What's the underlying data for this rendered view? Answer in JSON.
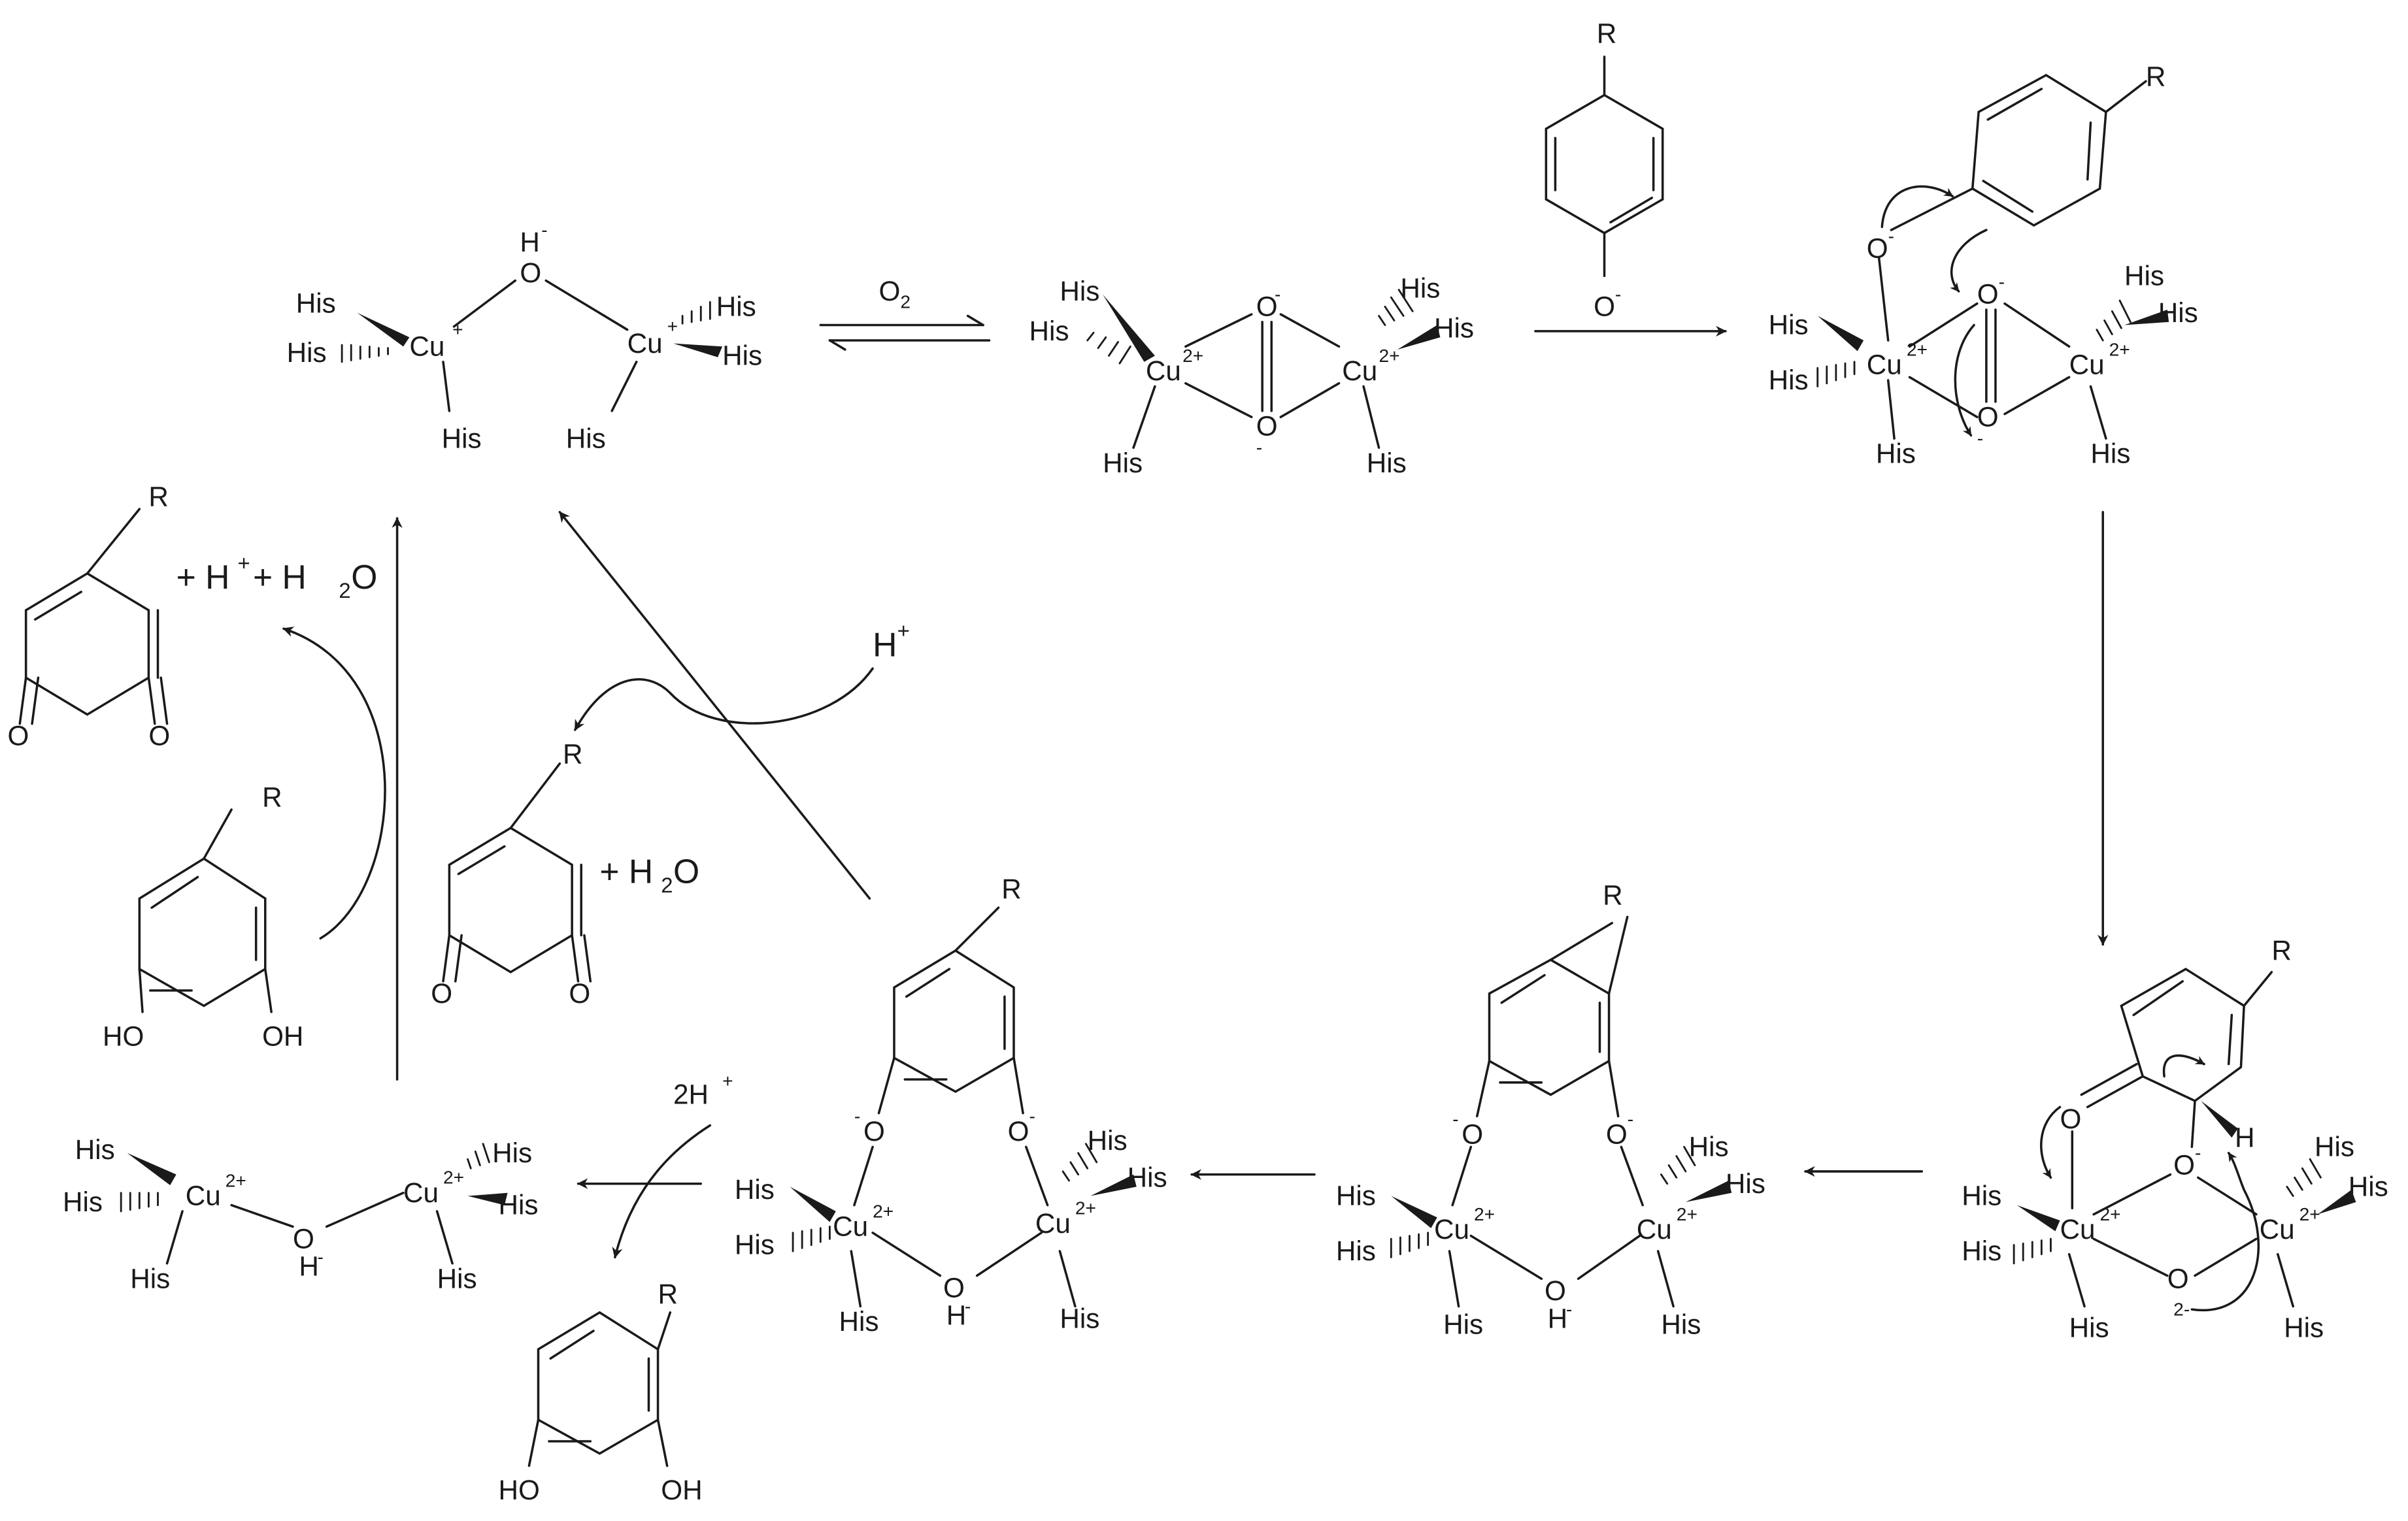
{
  "ligand": "His",
  "atoms": {
    "cu_plus": "Cu",
    "cu_plus_charge": "+",
    "cu_2plus": "Cu",
    "cu_2plus_charge": "2+",
    "o": "O",
    "o_minus": "-",
    "o_2minus": "2-",
    "h": "H",
    "h_minus": "-",
    "r": "R",
    "ho": "HO",
    "oh": "OH"
  },
  "reagents": {
    "o2": "O",
    "o2_sub": "2",
    "h_plus": "H",
    "h_plus_sup": "+",
    "two_h_plus": "2H",
    "two_h_plus_sup": "+"
  },
  "products": {
    "quinone_top_text_1": "+ H",
    "quinone_top_sup": "+",
    "quinone_top_text_2": " + H",
    "quinone_top_sub": "2",
    "quinone_top_text_3": "O",
    "quinone_mid_text_1": "+ H",
    "quinone_mid_sub": "2",
    "quinone_mid_text_2": "O"
  }
}
